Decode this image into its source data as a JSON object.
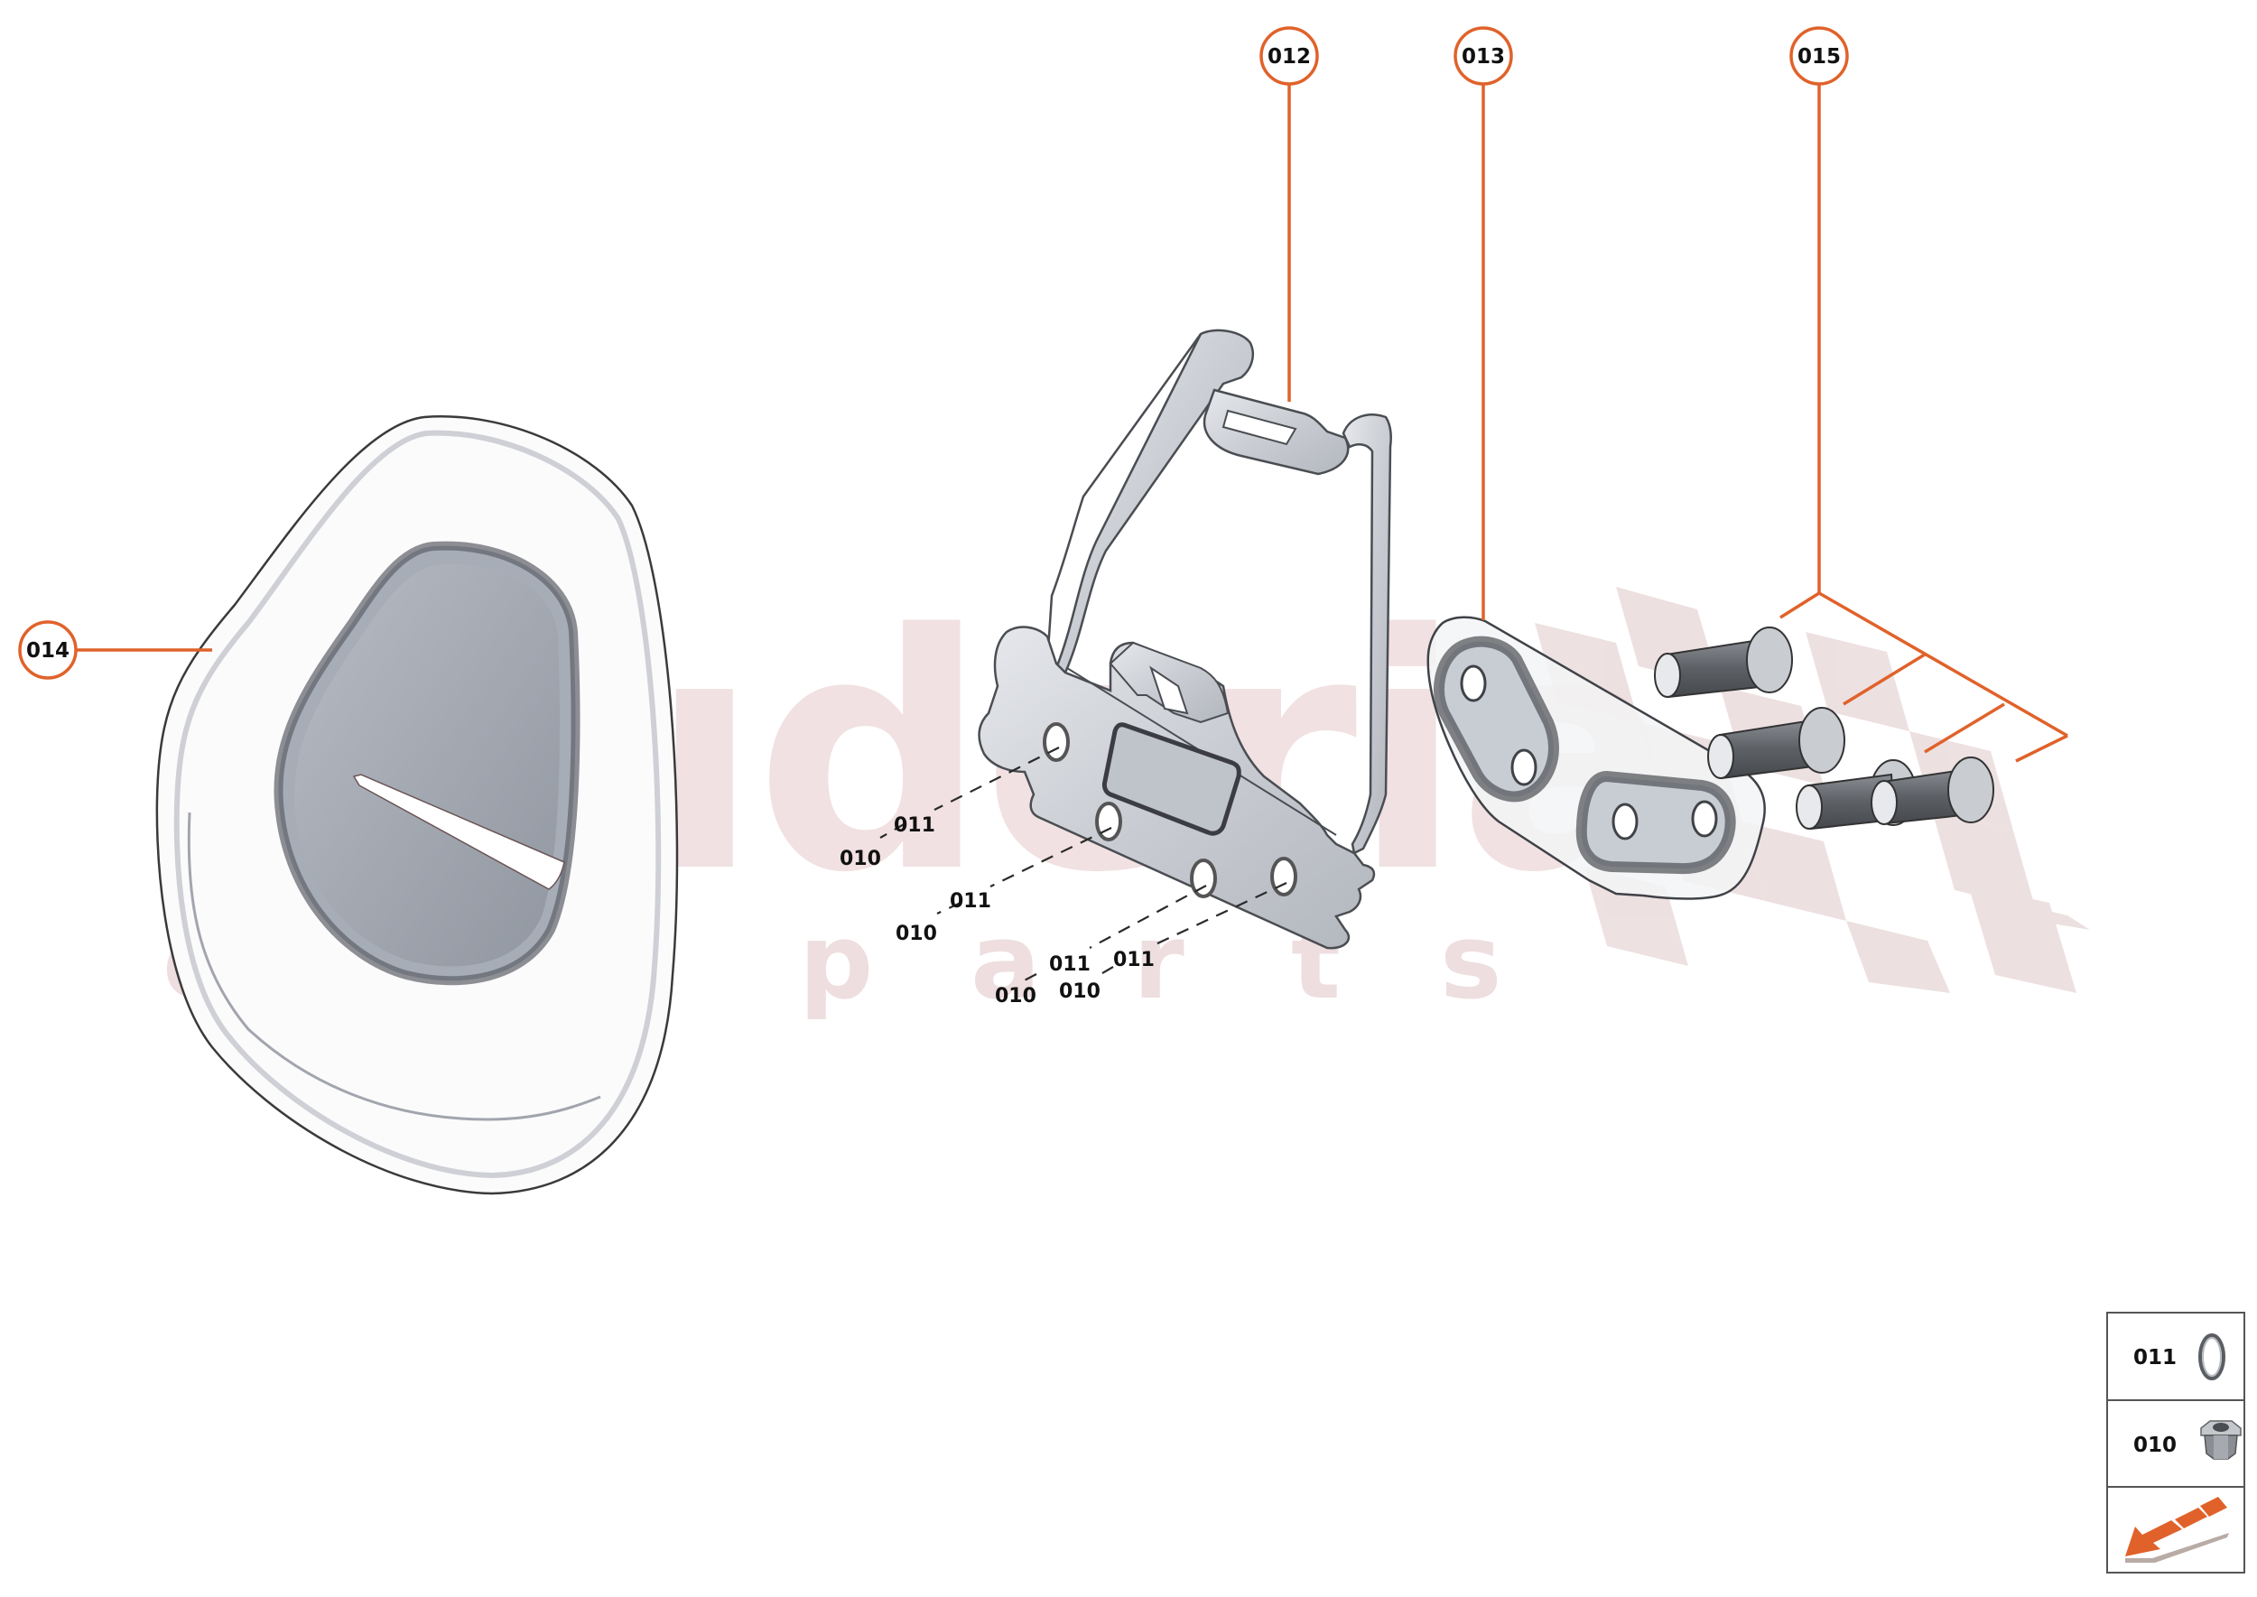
{
  "diagram": {
    "type": "exploded-parts-diagram",
    "accent_color": "#e0622a",
    "watermark": {
      "main": "scuderia",
      "sub_letters": [
        "c",
        "a",
        "r",
        "p",
        "a",
        "r",
        "t",
        "s"
      ],
      "color": "#e7c9cb"
    },
    "callouts": [
      {
        "id": "012",
        "label": "012",
        "part": "bracket"
      },
      {
        "id": "013",
        "label": "013",
        "part": "plate-with-slots"
      },
      {
        "id": "014",
        "label": "014",
        "part": "trim-cover"
      },
      {
        "id": "015",
        "label": "015",
        "part": "bolts"
      }
    ],
    "hardware_labels": [
      {
        "washer": "011",
        "nut": "010"
      },
      {
        "washer": "011",
        "nut": "010"
      },
      {
        "washer": "011",
        "nut": "010"
      },
      {
        "washer": "011",
        "nut": "010"
      }
    ]
  },
  "legend": {
    "rows": [
      {
        "code": "011",
        "icon": "washer-ring-icon"
      },
      {
        "code": "010",
        "icon": "flange-nut-icon"
      },
      {
        "code": "",
        "icon": "exploded-view-arrow-icon"
      }
    ]
  }
}
